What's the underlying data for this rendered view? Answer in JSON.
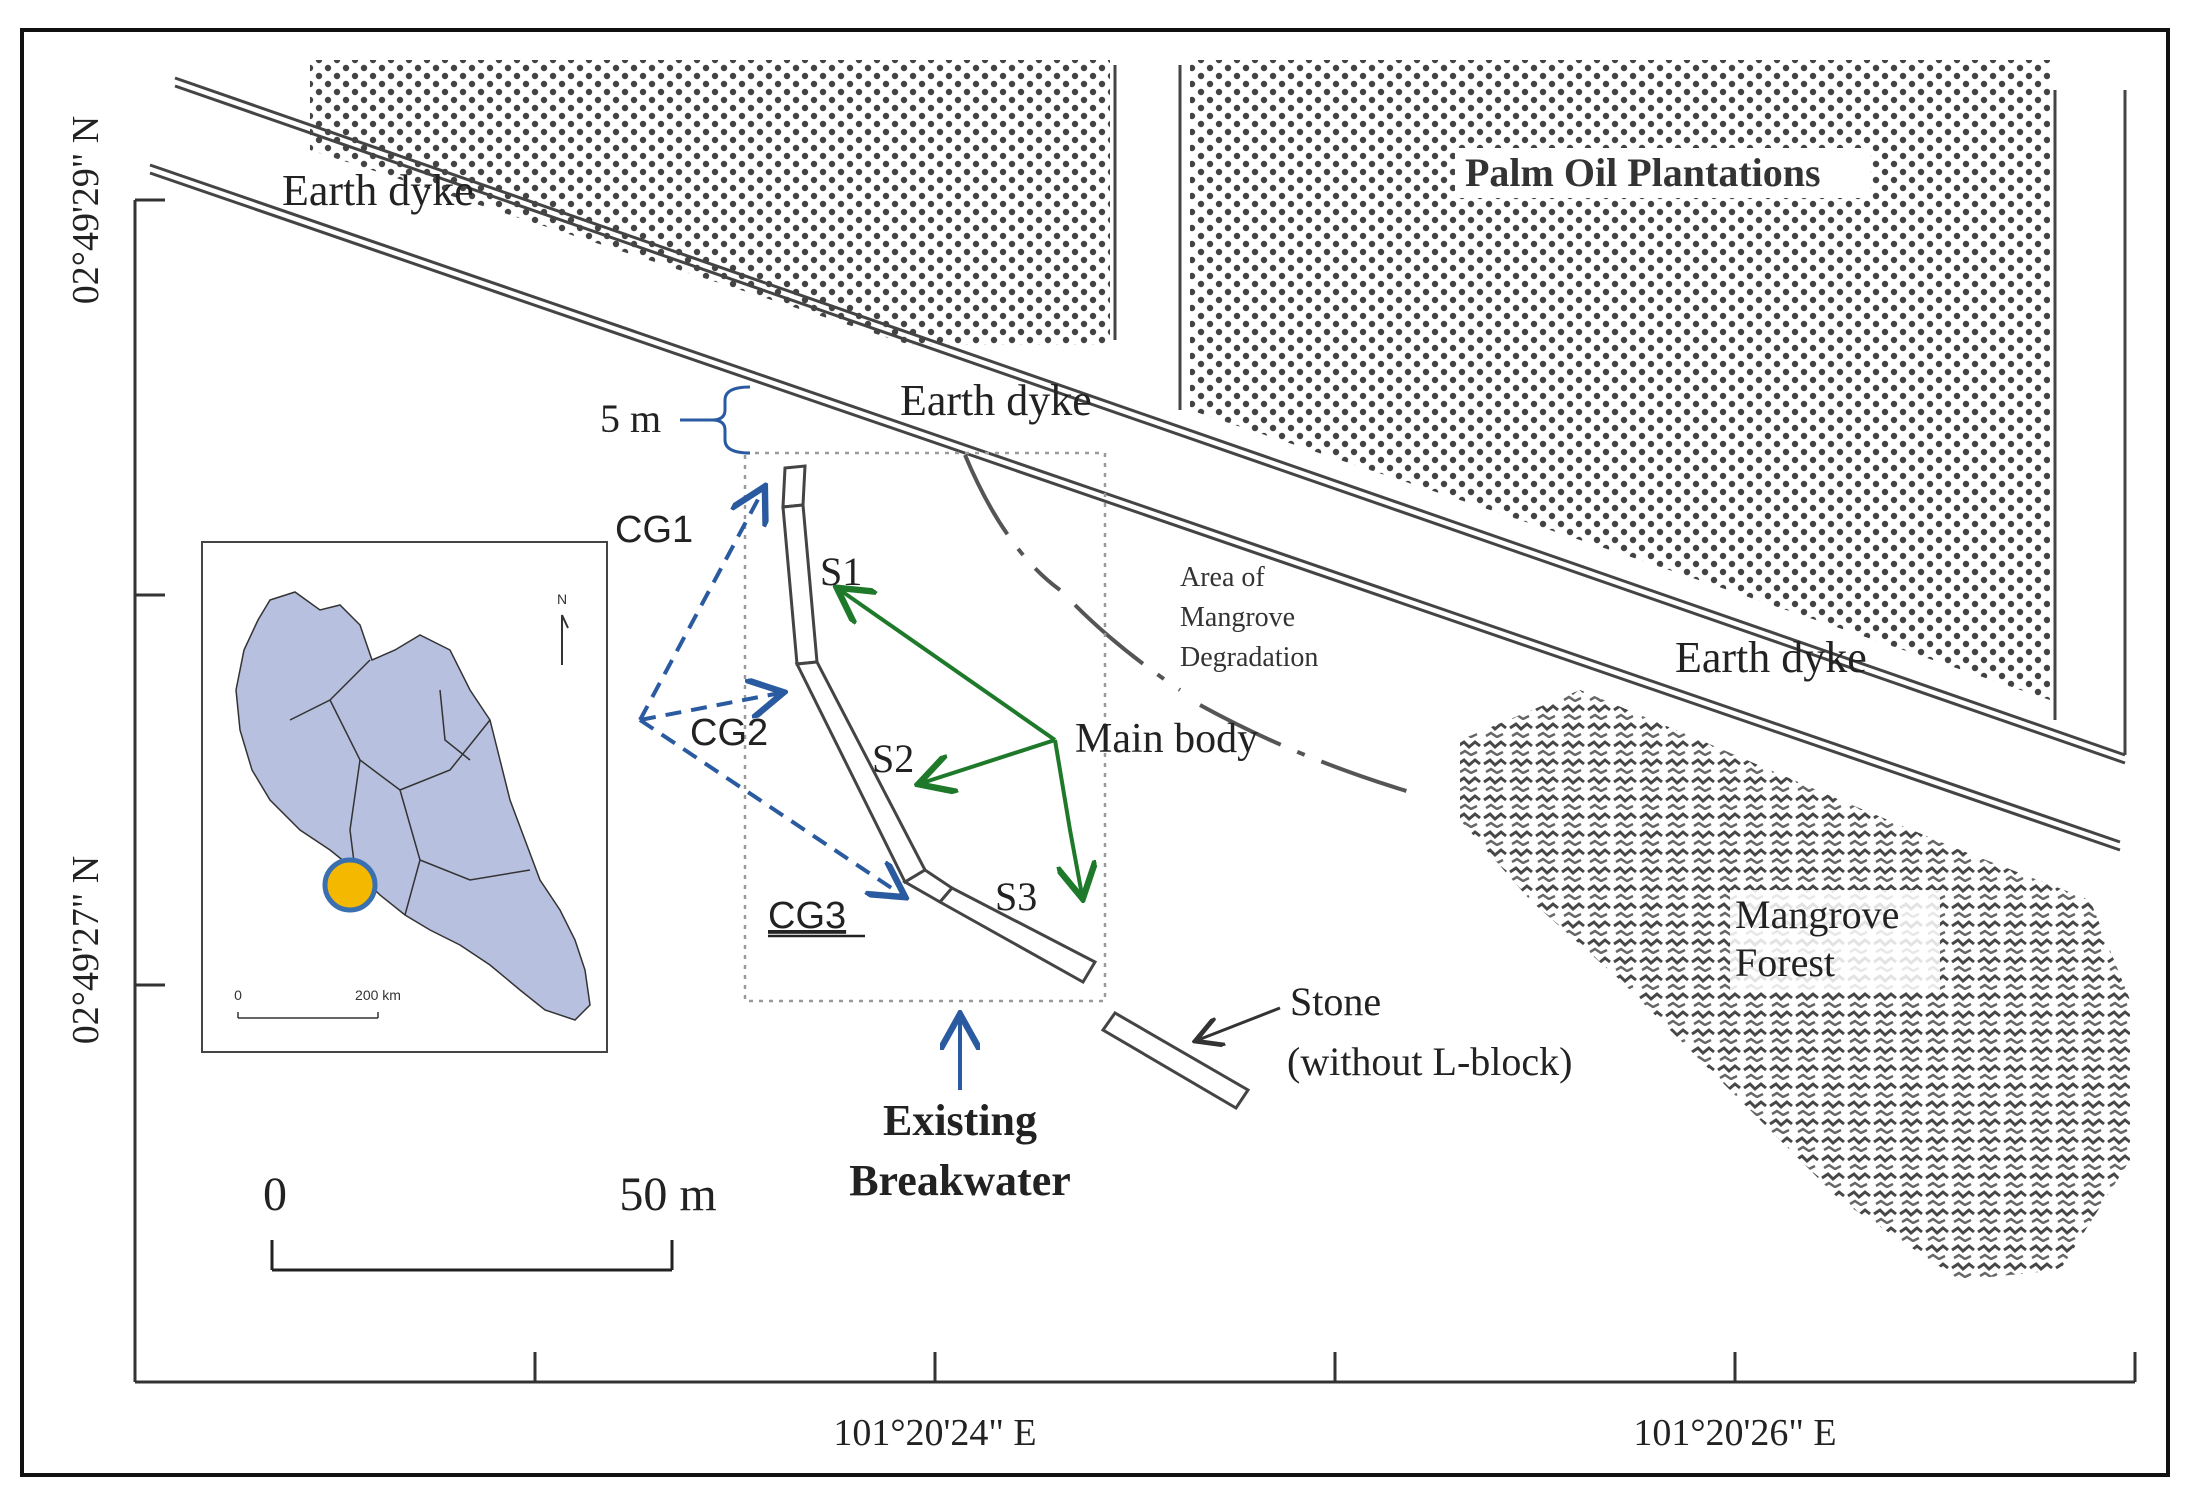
{
  "labels": {
    "earth_dyke_1": "Earth dyke",
    "earth_dyke_2": "Earth dyke",
    "earth_dyke_3": "Earth dyke",
    "palm_oil": "Palm Oil Plantations",
    "five_m": "5 m",
    "cg1": "CG1",
    "cg2": "CG2",
    "cg3": "CG3",
    "s1": "S1",
    "s2": "S2",
    "s3": "S3",
    "main_body": "Main body",
    "mangrove_degradation_1": "Area of",
    "mangrove_degradation_2": "Mangrove",
    "mangrove_degradation_3": "Degradation",
    "mangrove_forest_1": "Mangrove",
    "mangrove_forest_2": "Forest",
    "stone_1": "Stone",
    "stone_2": "(without L-block)",
    "existing_1": "Existing",
    "existing_2": "Breakwater"
  },
  "scale_bar": {
    "start": "0",
    "end": "50 m"
  },
  "axes": {
    "lat_top": "02°49'29\" N",
    "lat_bottom": "02°49'27\" N",
    "lon_left": "101°20'24\" E",
    "lon_right": "101°20'26\" E"
  },
  "inset": {
    "north": "N",
    "scale_start": "0",
    "scale_end": "200 km",
    "land_color": "#b8c0e0",
    "marker_fill": "#f5b800",
    "marker_stroke": "#3a6fb0"
  },
  "colors": {
    "green_arrows": "#1e7a2a",
    "blue_arrows": "#2a5aa0",
    "line": "#555555"
  }
}
